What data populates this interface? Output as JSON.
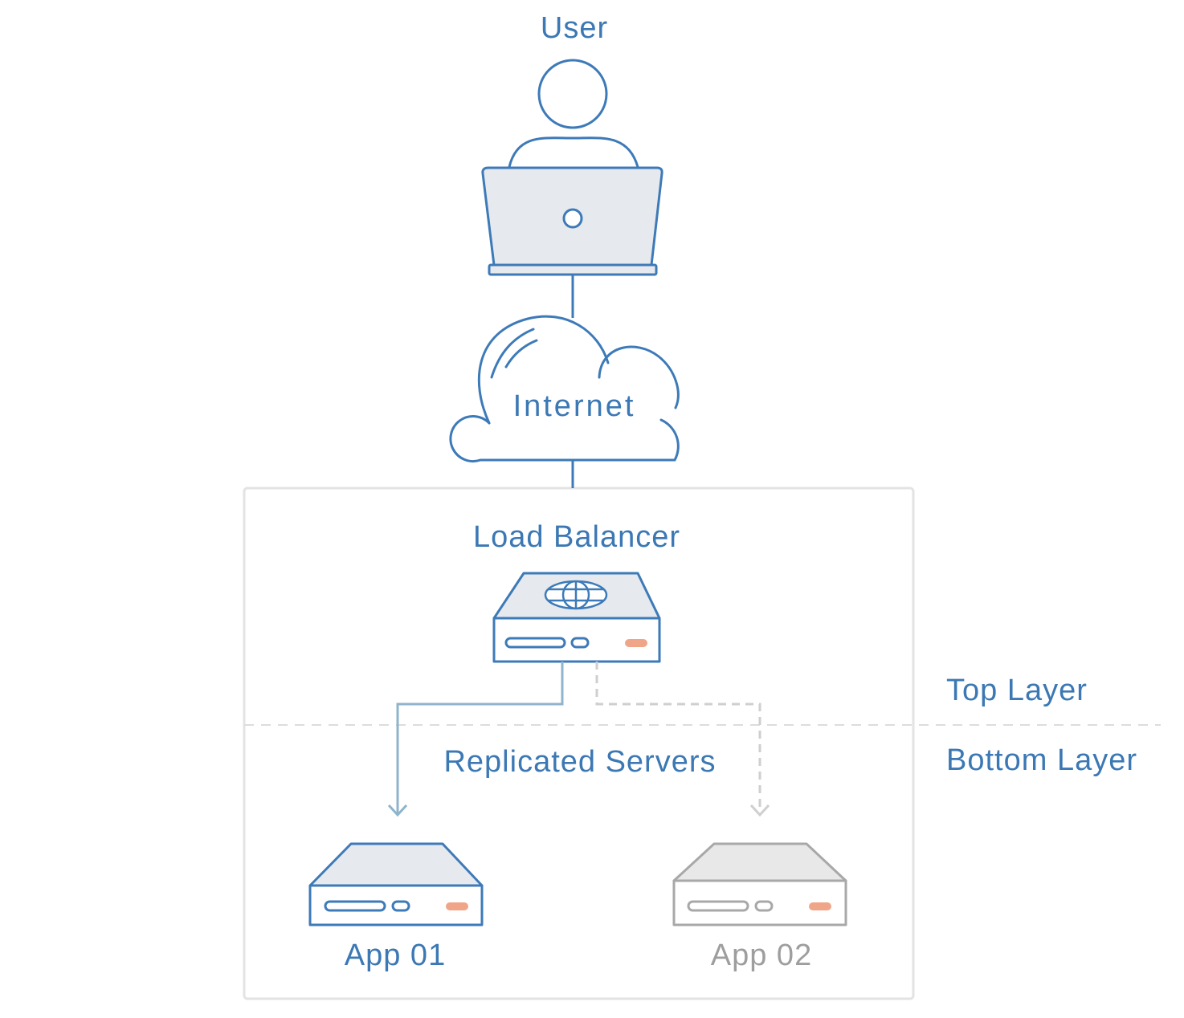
{
  "labels": {
    "user": "User",
    "internet": "Internet",
    "load_balancer": "Load Balancer",
    "replicated_servers": "Replicated Servers",
    "top_layer": "Top Layer",
    "bottom_layer": "Bottom Layer",
    "app01": "App 01",
    "app02": "App 02"
  },
  "colors": {
    "primary": "#3d7ab8",
    "primary_text": "#3b78b4",
    "device_fill": "#e6e9ee",
    "inactive": "#a8a8a8",
    "inactive_text": "#9e9e9e",
    "inactive_fill": "#e8e8e8",
    "led": "#f0a589",
    "active_link": "#8fb4cc",
    "inactive_link": "#cfcfcf",
    "container_border": "#e3e3e3",
    "divider": "#dcdcdc"
  },
  "icons": {
    "user": "person-icon",
    "laptop": "laptop-icon",
    "internet": "cloud-icon",
    "load_balancer": "load-balancer-icon",
    "globe": "globe-icon",
    "app01": "server-icon",
    "app02": "server-icon"
  }
}
